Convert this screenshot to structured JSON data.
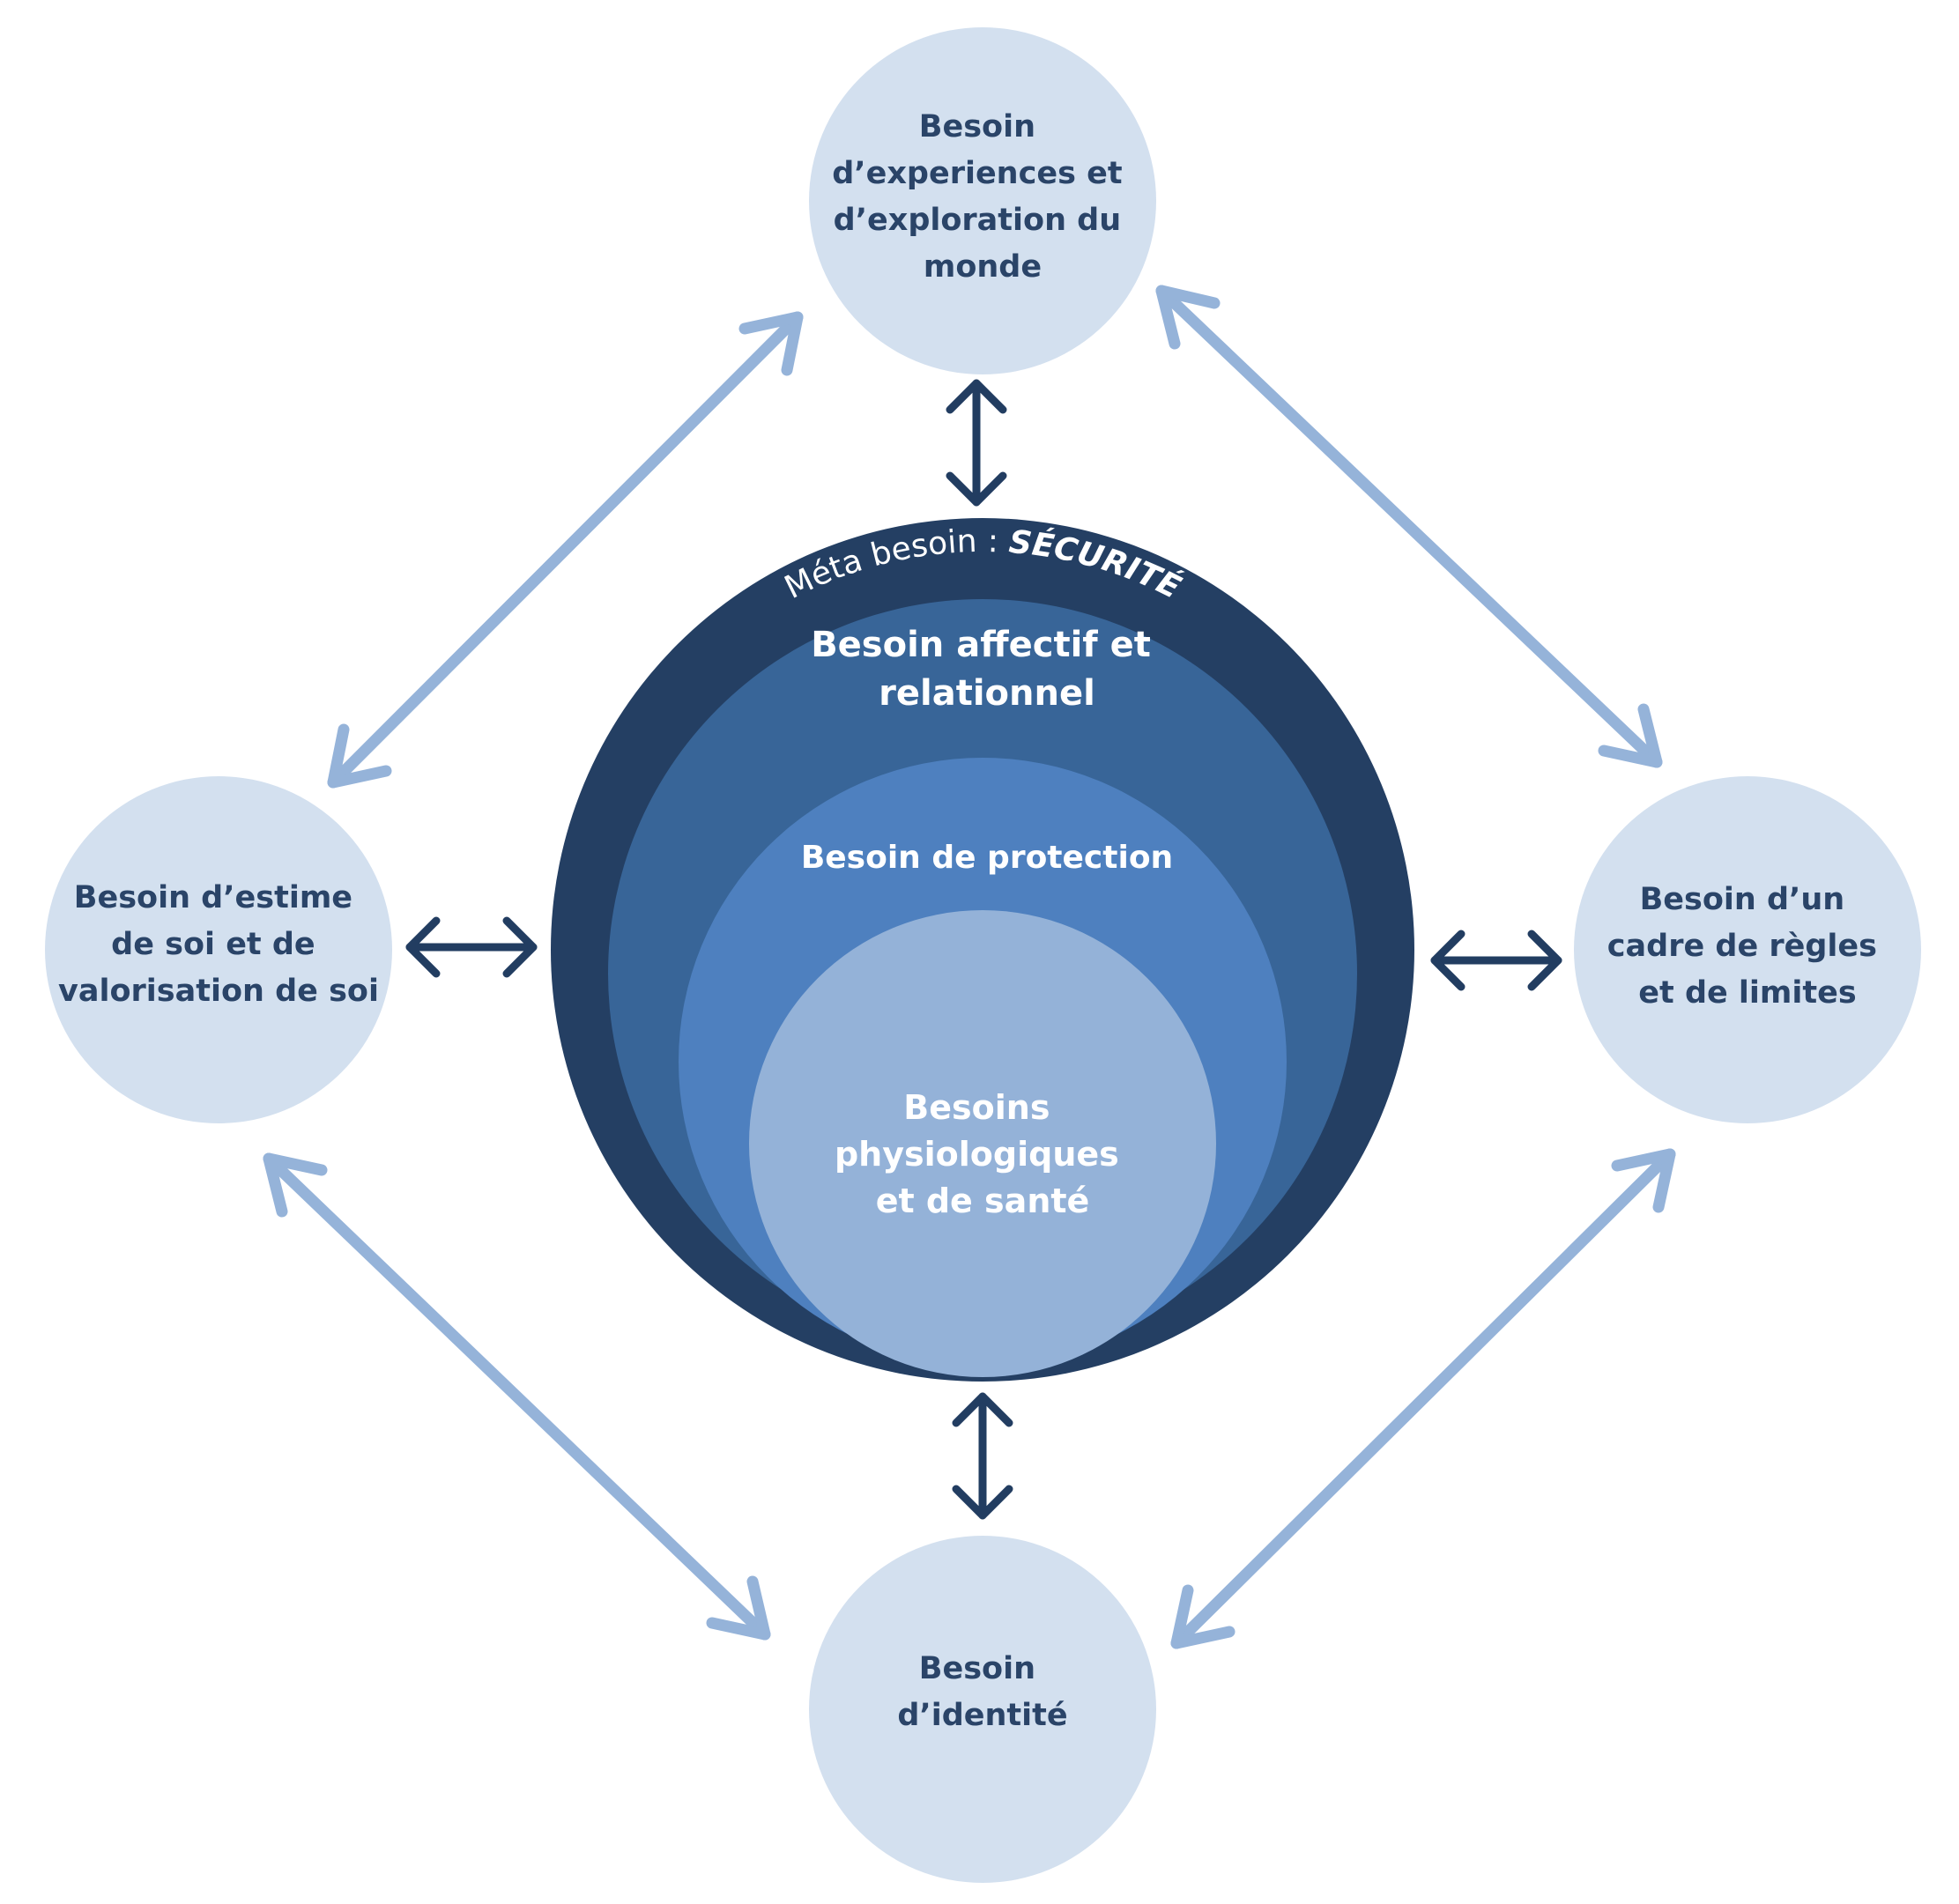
{
  "center": {
    "meta_label": "Méta besoin : ",
    "meta_strong": "SÉCURITÉ",
    "ring_affectif": [
      "Besoin affectif et",
      "relationnel"
    ],
    "ring_protection": [
      "Besoin de protection"
    ],
    "core_physio": [
      "Besoins",
      "physiologiques",
      "et de santé"
    ]
  },
  "satellites": {
    "top": [
      "Besoin",
      "d’experiences et",
      "d’exploration du",
      "monde"
    ],
    "left": [
      "Besoin d’estime",
      "de soi et de",
      "valorisation de soi"
    ],
    "right": [
      "Besoin d’un",
      "cadre de règles",
      "et de limites"
    ],
    "bottom": [
      "Besoin",
      "d’identité"
    ]
  },
  "colors": {
    "satellite_fill": "#d3e0ef",
    "satellite_text": "#2a4468",
    "ring_outer": "#243f63",
    "ring_affectif": "#386598",
    "ring_protection": "#4e80bf",
    "core": "#94b2d8",
    "arrow_dark": "#223d61",
    "arrow_light": "#95b3d9"
  }
}
